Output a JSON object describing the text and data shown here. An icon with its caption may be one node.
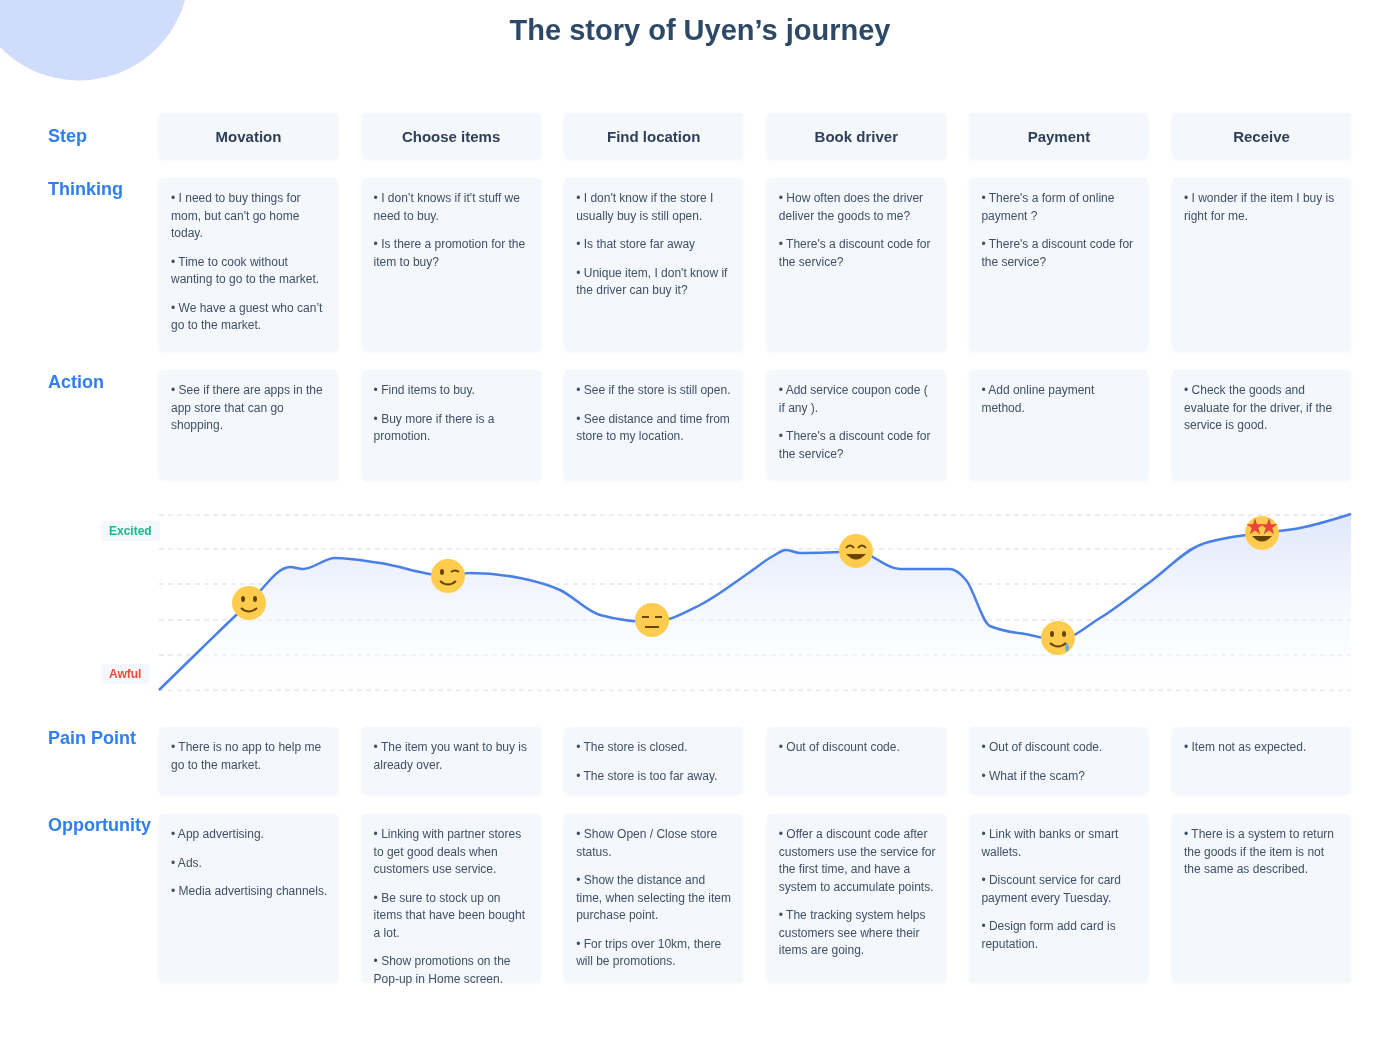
{
  "diagram": {
    "title": "The story of Uyen’s journey",
    "nodes": [
      {
        "text": [
          "Movation"
        ]
      },
      {
        "text": [
          "Choose items"
        ]
      },
      {
        "text": [
          "Find location"
        ]
      },
      {
        "text": [
          "Book driver"
        ]
      },
      {
        "text": [
          "Payment"
        ]
      },
      {
        "text": [
          "Receive"
        ]
      },
      {
        "text": [
          "• I need to buy things for mom, but can't go home today.",
          "• Time to cook without wanting to go to the market.",
          "• We have a guest who can’t go to the market."
        ]
      },
      {
        "text": [
          "• I don’t knows if it't stuff we need to buy.",
          "• Is there a promotion for the item to buy?"
        ]
      },
      {
        "text": [
          "• I don't know if the store I usually buy is still open.",
          "• Is that store far away",
          "• Unique item, I don't know if the driver can buy it?"
        ]
      },
      {
        "text": [
          "• How often does the driver deliver the goods to me?",
          "• There's a discount code for the service?"
        ]
      },
      {
        "text": [
          "• There's a form of online payment ?",
          "• There's a discount code for the service?"
        ]
      },
      {
        "text": [
          "• I wonder if the item I buy is right for me."
        ]
      },
      {
        "text": [
          "• See if there are apps in the app store that can go shopping."
        ]
      },
      {
        "text": [
          "• Find items to buy.",
          "• Buy more if there is a promotion."
        ]
      },
      {
        "text": [
          "• See if the store is still open.",
          "• See distance and time from store to my location."
        ]
      },
      {
        "text": [
          "• Add service coupon code ( if any ).",
          "• There's a discount code for the service?"
        ]
      },
      {
        "text": [
          "• Add online payment method."
        ]
      },
      {
        "text": [
          "• Check the goods and evaluate for the driver, if the service is good."
        ]
      },
      {
        "text": [
          "• There is no app to help me go to the market."
        ]
      },
      {
        "text": [
          "• The item you want to buy is already over."
        ]
      },
      {
        "text": [
          "• The store is closed.",
          "• The store is too far away."
        ]
      },
      {
        "text": [
          "• Out of discount code."
        ]
      },
      {
        "text": [
          "• Out of discount code.",
          "• What if the scam?"
        ]
      },
      {
        "text": [
          "• Item not as expected."
        ]
      },
      {
        "text": [
          "• App advertising.",
          "• Ads.",
          "• Media advertising channels."
        ]
      },
      {
        "text": [
          "• Linking with partner stores to get good deals when customers use service.",
          "• Be sure to stock up on items that have been bought a lot.",
          "• Show promotions on the Pop-up in Home screen."
        ]
      },
      {
        "text": [
          "• Show Open / Close store status.",
          "• Show the distance and time, when selecting the item purchase point.",
          "• For trips over 10km, there will be promotions."
        ]
      },
      {
        "text": [
          "• Offer a discount code after customers use the service for the first time, and have a system to accumulate points.",
          "• The tracking system helps customers see where their items are going."
        ]
      },
      {
        "text": [
          "• Link with banks or smart wallets.",
          "• Discount service for card payment every Tuesday.",
          "• Design form add card is reputation."
        ]
      },
      {
        "text": [
          "• There is a system to return the goods if the item is not the same as described."
        ]
      }
    ],
    "labels": [
      "Step",
      "Thinking",
      "Action",
      "Excited",
      "Awful",
      "Pain Point",
      "Opportunity"
    ]
  }
}
